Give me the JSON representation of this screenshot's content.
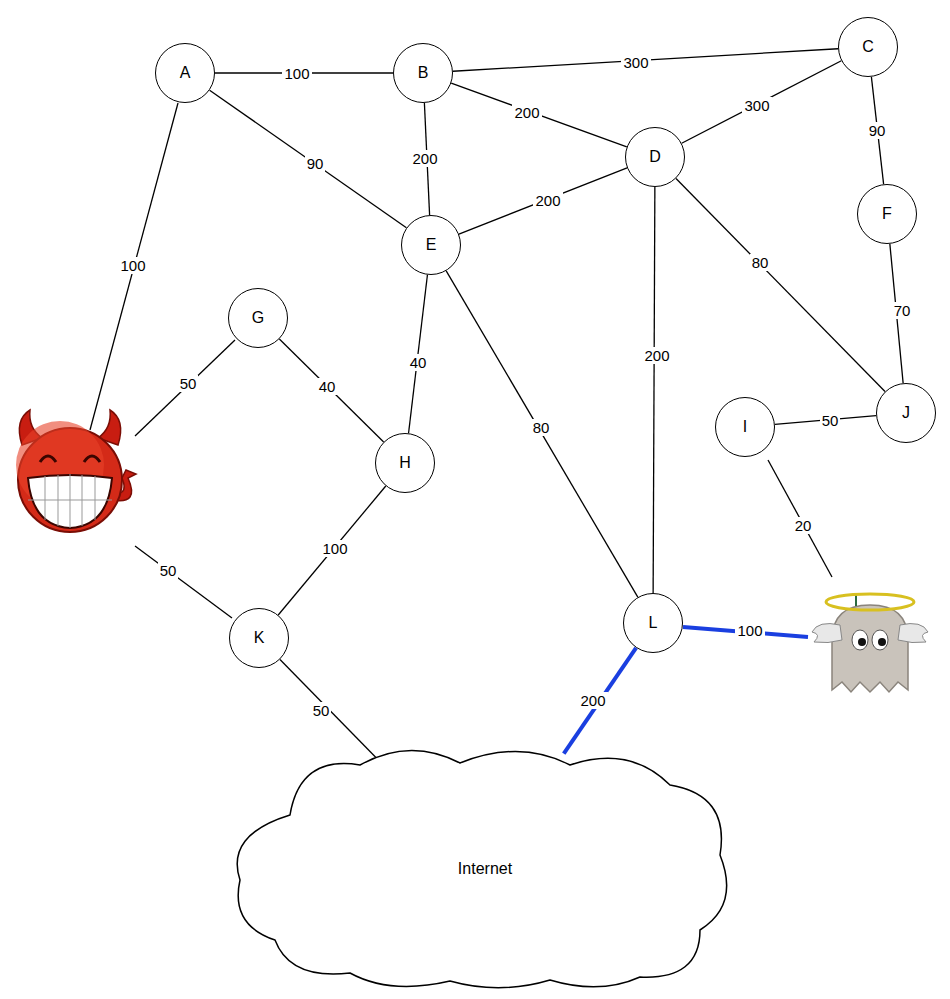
{
  "diagram": {
    "nodes": [
      {
        "text": [
          "A"
        ]
      },
      {
        "text": [
          "B"
        ]
      },
      {
        "text": [
          "C"
        ]
      },
      {
        "text": [
          "D"
        ]
      },
      {
        "text": [
          "E"
        ]
      },
      {
        "text": [
          "F"
        ]
      },
      {
        "text": [
          "G"
        ]
      },
      {
        "text": [
          "H"
        ]
      },
      {
        "text": [
          "I"
        ]
      },
      {
        "text": [
          "J"
        ]
      },
      {
        "text": [
          "K"
        ]
      },
      {
        "text": [
          "L"
        ]
      },
      {
        "text": [
          "Internet"
        ]
      }
    ],
    "edges": [
      {
        "from": 0,
        "to": 1,
        "arrow": "none",
        "label": "100"
      },
      {
        "from": 0,
        "to": 4,
        "arrow": "none",
        "label": "90"
      },
      {
        "from": 1,
        "to": 2,
        "arrow": "none",
        "label": "300"
      },
      {
        "from": 1,
        "to": 3,
        "arrow": "none",
        "label": "200"
      },
      {
        "from": 1,
        "to": 4,
        "arrow": "none",
        "label": "200"
      },
      {
        "from": 2,
        "to": 3,
        "arrow": "none",
        "label": "300"
      },
      {
        "from": 2,
        "to": 5,
        "arrow": "none",
        "label": "90"
      },
      {
        "from": 5,
        "to": 9,
        "arrow": "none",
        "label": "70"
      },
      {
        "from": 3,
        "to": 4,
        "arrow": "none",
        "label": "200"
      },
      {
        "from": 3,
        "to": 9,
        "arrow": "none",
        "label": "80"
      },
      {
        "from": 3,
        "to": 11,
        "arrow": "none",
        "label": "200"
      },
      {
        "from": 4,
        "to": 7,
        "arrow": "none",
        "label": "40"
      },
      {
        "from": 4,
        "to": 11,
        "arrow": "none",
        "label": "80"
      },
      {
        "from": 6,
        "to": 7,
        "arrow": "none",
        "label": "40"
      },
      {
        "from": 7,
        "to": 10,
        "arrow": "none",
        "label": "100"
      },
      {
        "from": 8,
        "to": 9,
        "arrow": "none",
        "label": "50"
      },
      {
        "from": 10,
        "to": 12,
        "arrow": "none",
        "label": "50"
      },
      {
        "from": 11,
        "to": 12,
        "arrow": "none",
        "label": "200"
      }
    ],
    "labels": [
      "100",
      "50",
      "50",
      "20",
      "100"
    ]
  }
}
